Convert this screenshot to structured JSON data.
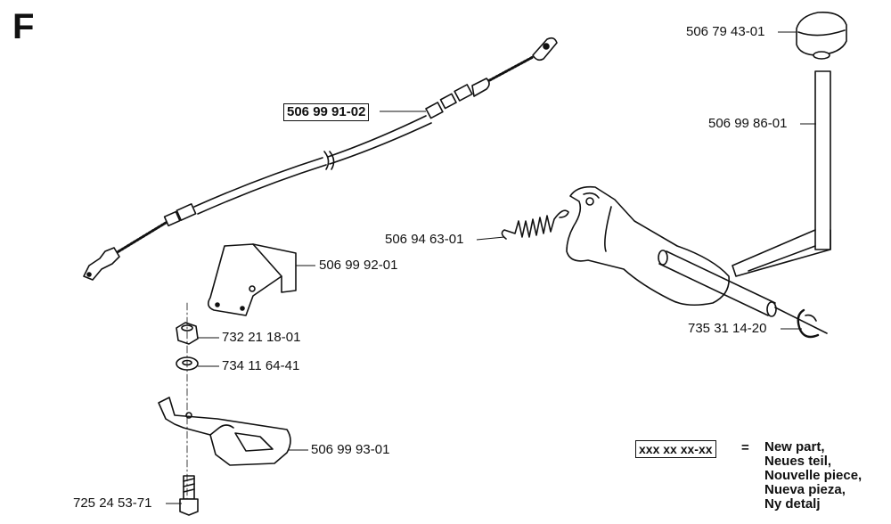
{
  "section_letter": "F",
  "parts": {
    "cable": "506 99 91-02",
    "knob": "506 79 43-01",
    "rod": "506 99 86-01",
    "spring": "506 94 63-01",
    "bracket": "506 99 92-01",
    "nut": "732 21 18-01",
    "washer": "734 11 64-41",
    "lever_plate": "506 99 93-01",
    "bolt": "725 24 53-71",
    "clip": "735 31 14-20"
  },
  "legend": {
    "code": "xxx xx xx-xx",
    "equals": "=",
    "lines": [
      "New part,",
      "Neues teil,",
      "Nouvelle piece,",
      "Nueva pieza,",
      "Ny detalj"
    ]
  }
}
